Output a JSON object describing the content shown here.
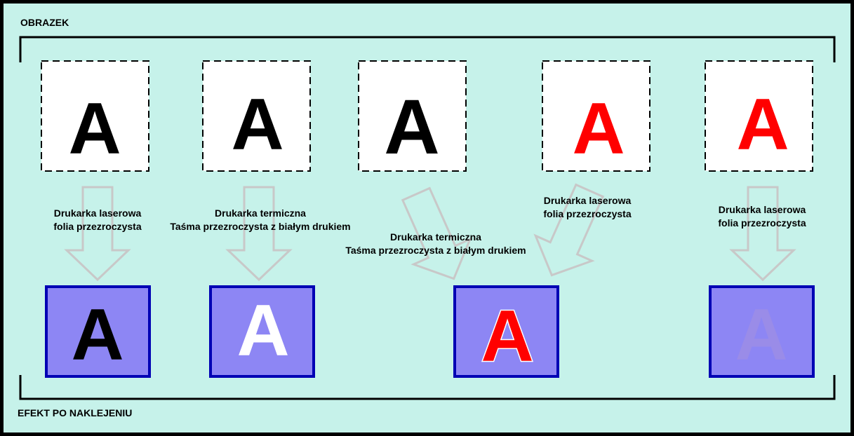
{
  "headings": {
    "top": "OBRAZEK",
    "bottom": "EFEKT PO NAKLEJENIU"
  },
  "glyph": "A",
  "colors": {
    "background": "#c6f2ea",
    "card_fill": "#ffffff",
    "result_fill": "#8d86f4",
    "result_border": "#0000b4",
    "arrow": "#c8c8c8",
    "black": "#000000",
    "red": "#ff0000",
    "white": "#ffffff",
    "faded": "#9a8ce8"
  },
  "sources": [
    {
      "letter_color": "#000000"
    },
    {
      "letter_color": "#000000"
    },
    {
      "letter_color": "#000000"
    },
    {
      "letter_color": "#ff0000"
    },
    {
      "letter_color": "#ff0000"
    }
  ],
  "results": [
    {
      "letter_color": "#000000",
      "outline": "none"
    },
    {
      "letter_color": "#ffffff",
      "outline": "none"
    },
    {
      "letter_color": "#ff0000",
      "outline": "#ffffff"
    },
    {
      "letter_color": "#9a8ce8",
      "outline": "none"
    }
  ],
  "labels": [
    {
      "line1": "Drukarka laserowa",
      "line2": "folia przezroczysta"
    },
    {
      "line1": "Drukarka termiczna",
      "line2": "Taśma przezroczysta z białym drukiem"
    },
    {
      "line1": "Drukarka termiczna",
      "line2": "Taśma przezroczysta z białym drukiem"
    },
    {
      "line1": "Drukarka laserowa",
      "line2": "folia przezroczysta"
    },
    {
      "line1": "Drukarka laserowa",
      "line2": "folia przezroczysta"
    }
  ]
}
